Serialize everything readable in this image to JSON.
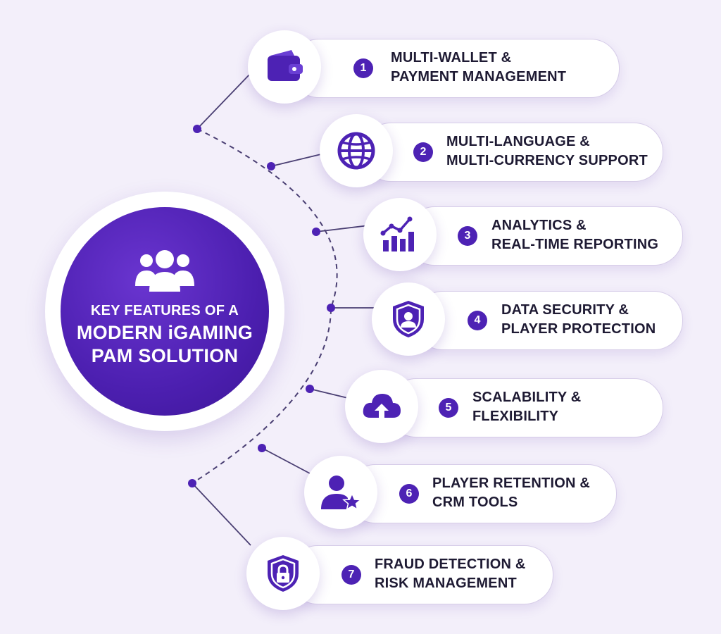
{
  "hub": {
    "line1": "KEY FEATURES OF A",
    "line2": "MODERN iGAMING",
    "line3": "PAM SOLUTION",
    "icon": "users-group-icon"
  },
  "features": [
    {
      "number": "1",
      "line1": "MULTI-WALLET &",
      "line2": "PAYMENT MANAGEMENT",
      "icon": "wallet-icon"
    },
    {
      "number": "2",
      "line1": "MULTI-LANGUAGE &",
      "line2": "MULTI-CURRENCY SUPPORT",
      "icon": "globe-icon"
    },
    {
      "number": "3",
      "line1": "ANALYTICS &",
      "line2": "REAL-TIME REPORTING",
      "icon": "analytics-chart-icon"
    },
    {
      "number": "4",
      "line1": "DATA SECURITY &",
      "line2": "PLAYER PROTECTION",
      "icon": "shield-user-icon"
    },
    {
      "number": "5",
      "line1": "SCALABILITY &",
      "line2": "FLEXIBILITY",
      "icon": "cloud-upload-icon"
    },
    {
      "number": "6",
      "line1": "PLAYER RETENTION &",
      "line2": "CRM TOOLS",
      "icon": "user-star-icon"
    },
    {
      "number": "7",
      "line1": "FRAUD DETECTION &",
      "line2": "RISK MANAGEMENT",
      "icon": "shield-lock-icon"
    }
  ],
  "colors": {
    "background": "#f3effa",
    "primary": "#4d22b4",
    "text": "#1e1a33",
    "connector": "#4a3f73"
  }
}
